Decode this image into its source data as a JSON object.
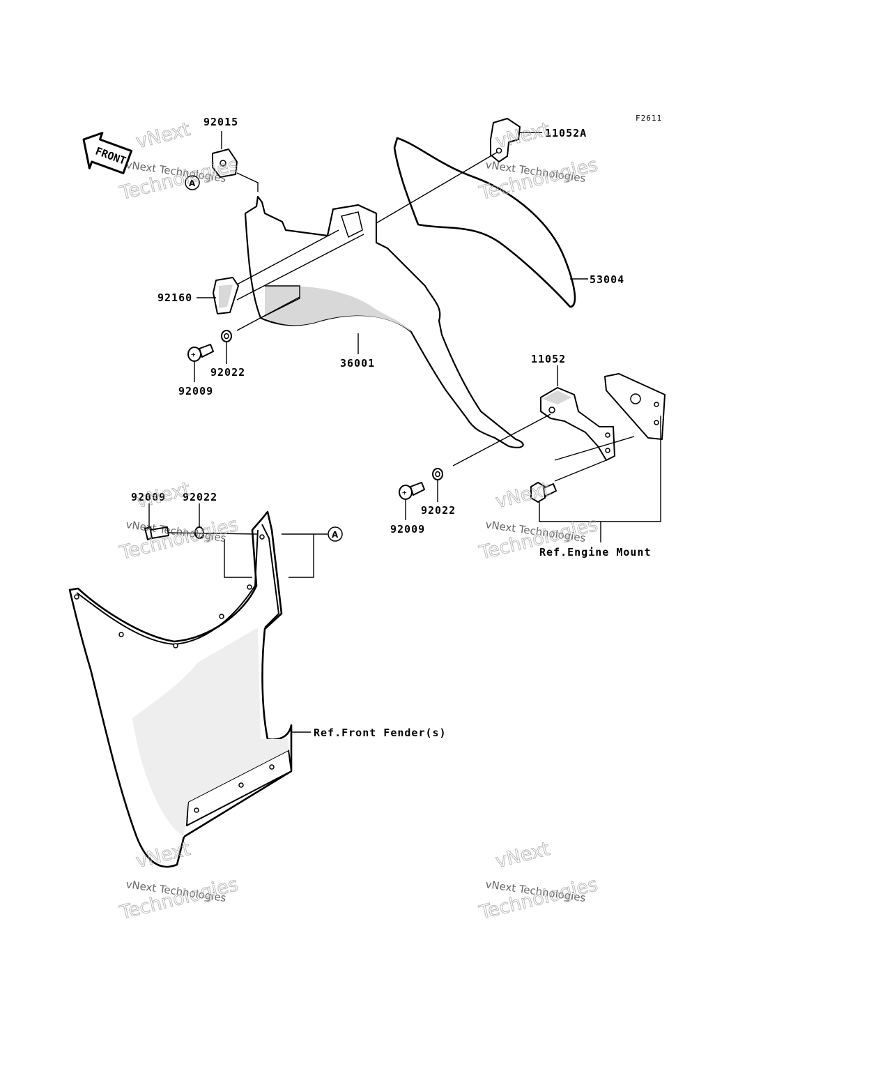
{
  "figure_code": "F2611",
  "direction_label": "FRONT",
  "ref_marker": "A",
  "parts": {
    "p92015": "92015",
    "p11052A": "11052A",
    "p53004": "53004",
    "p92160": "92160",
    "p92022_upper": "92022",
    "p92009_upper": "92009",
    "p36001": "36001",
    "p11052": "11052",
    "p92009_mid": "92009",
    "p92022_mid": "92022",
    "p92009_lower": "92009",
    "p92022_lower": "92022"
  },
  "references": {
    "engine_mount": "Ref.Engine Mount",
    "front_fender": "Ref.Front Fender(s)"
  },
  "watermark": {
    "line1": "vNext Technologies",
    "line2": "Technologies",
    "line3": "vNext"
  }
}
